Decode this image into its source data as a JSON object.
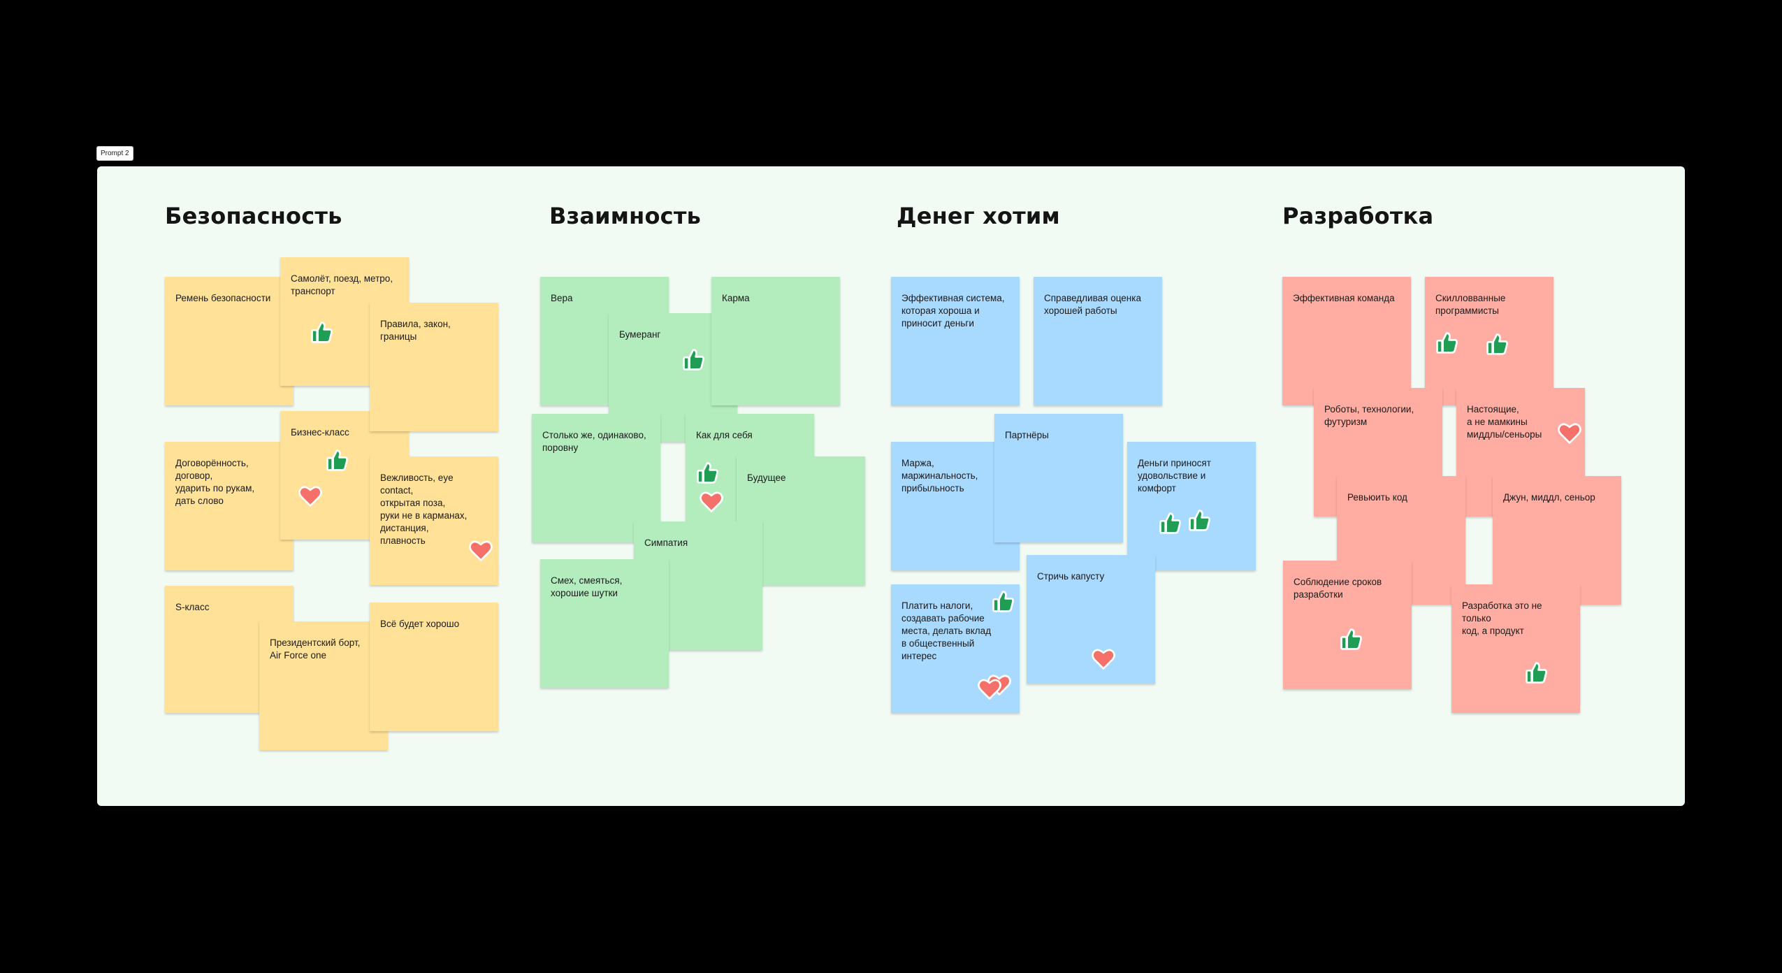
{
  "frame_label": "Prompt 2",
  "columns": [
    {
      "title": "Безопасность"
    },
    {
      "title": "Взаимность"
    },
    {
      "title": "Денег  хотим"
    },
    {
      "title": "Разработка"
    }
  ],
  "colors": {
    "yellow": "#ffe197",
    "green": "#b3edbd",
    "blue": "#a8d9ff",
    "red": "#ffada2",
    "thumb": "#1f9d55",
    "heart": "#f47068",
    "board": "#f1fbf3"
  },
  "stickies": {
    "s1": "Ремень безопасности",
    "s2": "Самолёт, поезд, метро,\nтранспорт",
    "s3": "Правила, закон, границы",
    "s4": "Бизнес-класс",
    "s5": "Договорённость,\nдоговор,\nударить по рукам,\nдать слово",
    "s6": "Вежливость, eye contact,\nоткрытая поза,\nруки не в карманах,\nдистанция,\nплавность",
    "s7": "S-класс",
    "s8": "Президентский борт,\nAir Force one",
    "s9": "Всё будет хорошо",
    "g1": "Вера",
    "g2": "Бумеранг",
    "g3": "Карма",
    "g4": "Столько же, одинаково,\nпоровну",
    "g5": "Как для себя",
    "g6": "Будущее",
    "g7": "Симпатия",
    "g8": "Смех, смеяться,\nхорошие шутки",
    "b1": "Эффективная система,\nкоторая хороша и\nприносит деньги",
    "b2": "Справедливая оценка\nхорошей работы",
    "b3": "Маржа,\nмаржинальность,\nприбыльность",
    "b4": "Партнёры",
    "b5": "Деньги приносят\nудовольствие и комфорт",
    "b6": "Платить налоги,\nсоздавать рабочие\nместа, делать вклад\nв общественный интерес",
    "b7": "Стричь капусту",
    "r1": "Эффективная команда",
    "r2": "Скилловванные\nпрограммисты",
    "r3": "Роботы, технологии,\nфутуризм",
    "r4": "Настоящие,\nа не мамкины\nмиддлы/сеньоры",
    "r5": "Ревьюить код",
    "r6": "Джун, миддл, сеньор",
    "r7": "Соблюдение сроков\nразработки",
    "r8": "Разработка это не только\nкод, а продукт"
  }
}
